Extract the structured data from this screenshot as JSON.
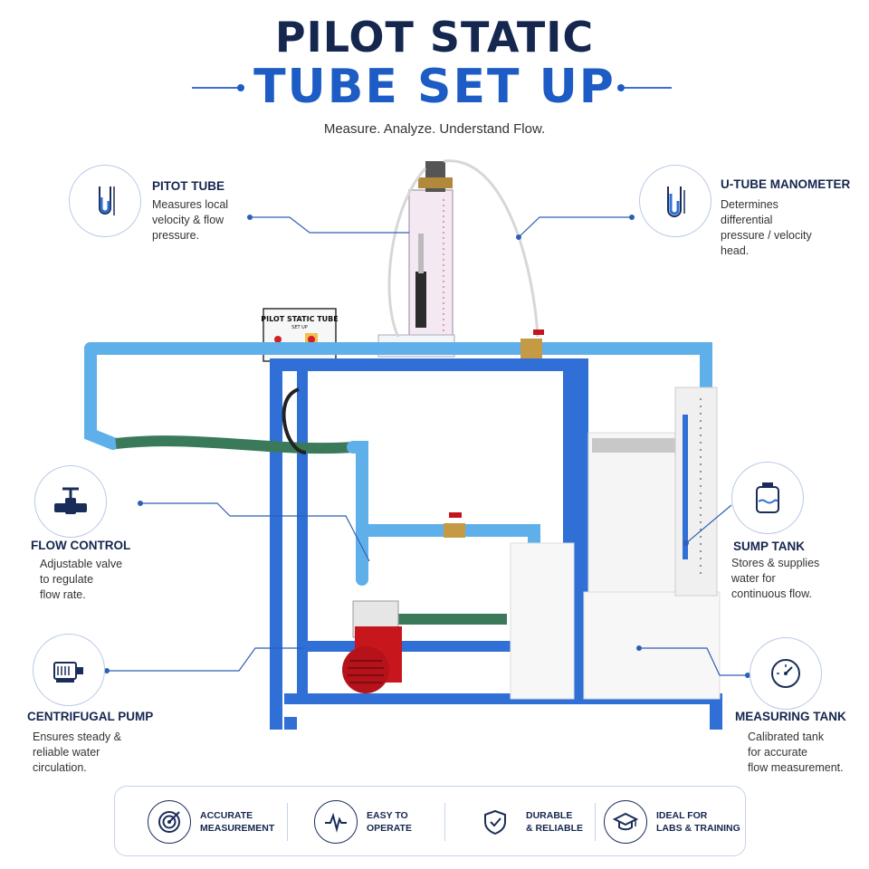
{
  "header": {
    "title_line1": "PILOT STATIC",
    "title_line2": "TUBE SET UP",
    "tagline": "Measure. Analyze. Understand Flow."
  },
  "features": {
    "pitot_tube": {
      "title": "PITOT TUBE",
      "desc_lines": [
        "Measures local",
        "velocity & flow",
        "pressure."
      ],
      "icon": "pitot-tube-icon"
    },
    "u_tube_manometer": {
      "title": "U-TUBE MANOMETER",
      "desc_lines": [
        "Determines",
        "differential",
        "pressure / velocity",
        "head."
      ],
      "icon": "manometer-icon"
    },
    "flow_control": {
      "title": "FLOW CONTROL",
      "desc_lines": [
        "Adjustable valve",
        "to regulate",
        "flow rate."
      ],
      "icon": "valve-icon"
    },
    "sump_tank": {
      "title": "SUMP TANK",
      "desc_lines": [
        "Stores & supplies",
        "water for",
        "continuous flow."
      ],
      "icon": "tank-icon"
    },
    "centrifugal_pump": {
      "title": "CENTRIFUGAL PUMP",
      "desc_lines": [
        "Ensures steady &",
        "reliable water",
        "circulation."
      ],
      "icon": "pump-icon"
    },
    "measuring_tank": {
      "title": "MEASURING TANK",
      "desc_lines": [
        "Calibrated tank",
        "for accurate",
        "flow measurement."
      ],
      "icon": "gauge-icon"
    }
  },
  "equipment": {
    "panel_title": "PILOT STATIC TUBE",
    "panel_subtitle": "SET UP"
  },
  "benefits": [
    {
      "line1": "ACCURATE",
      "line2": "MEASUREMENT",
      "icon": "target-icon"
    },
    {
      "line1": "EASY TO",
      "line2": "OPERATE",
      "icon": "pulse-icon"
    },
    {
      "line1": "DURABLE",
      "line2": "& RELIABLE",
      "icon": "shield-check-icon"
    },
    {
      "line1": "IDEAL FOR",
      "line2": "LABS & TRAINING",
      "icon": "graduation-cap-icon"
    }
  ],
  "colors": {
    "navy": "#15264f",
    "accent_blue": "#1d5cc4",
    "frame_blue": "#2f6fd6",
    "pipe_blue": "#4aa3e6",
    "pump_red": "#c8161d"
  }
}
